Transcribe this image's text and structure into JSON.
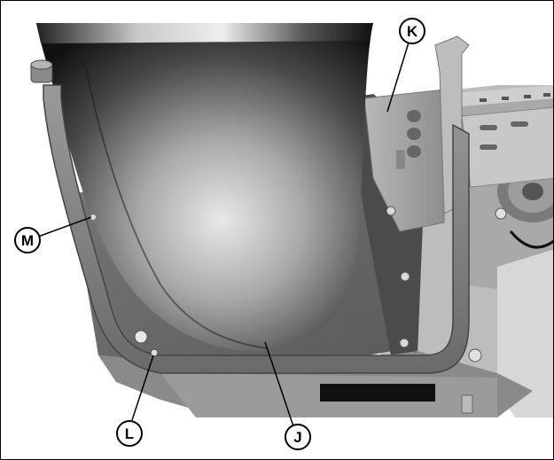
{
  "figure": {
    "callouts": [
      {
        "id": "J",
        "label": "J"
      },
      {
        "id": "K",
        "label": "K"
      },
      {
        "id": "L",
        "label": "L"
      },
      {
        "id": "M",
        "label": "M"
      }
    ]
  }
}
